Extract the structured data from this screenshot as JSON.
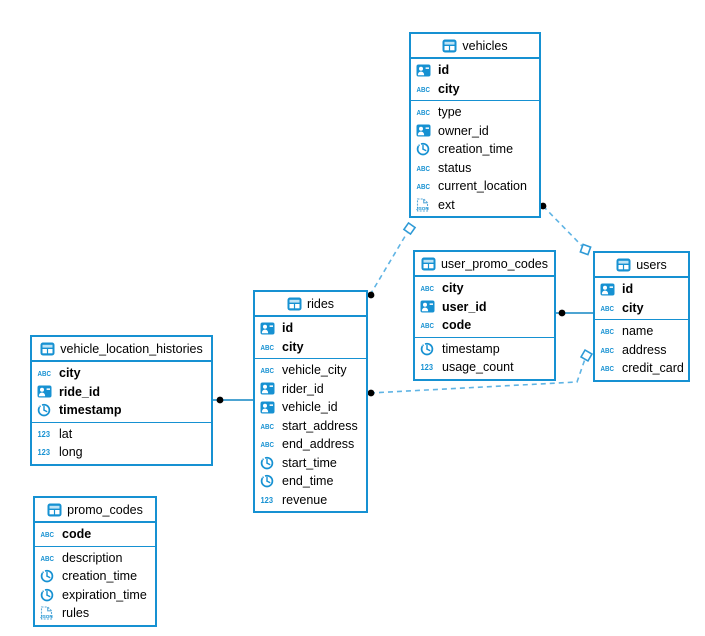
{
  "diagram": {
    "background": "#ffffff",
    "colors": {
      "table_border": "#1691d2",
      "icon_blue": "#1691d2",
      "solid_relation_line": "#1286c4",
      "dashed_relation_line": "#5fb4e4",
      "endpoint_dot": "#000000",
      "diamond_marker_stroke": "#2e9ad6",
      "text": "#000000"
    },
    "tables": [
      {
        "name": "vehicles",
        "keys": [
          {
            "label": "id",
            "type": "id"
          },
          {
            "label": "city",
            "type": "text"
          }
        ],
        "columns": [
          {
            "label": "type",
            "type": "text"
          },
          {
            "label": "owner_id",
            "type": "id"
          },
          {
            "label": "creation_time",
            "type": "datetime"
          },
          {
            "label": "status",
            "type": "text"
          },
          {
            "label": "current_location",
            "type": "text"
          },
          {
            "label": "ext",
            "type": "json"
          }
        ]
      },
      {
        "name": "user_promo_codes",
        "keys": [
          {
            "label": "city",
            "type": "text"
          },
          {
            "label": "user_id",
            "type": "id"
          },
          {
            "label": "code",
            "type": "text"
          }
        ],
        "columns": [
          {
            "label": "timestamp",
            "type": "datetime"
          },
          {
            "label": "usage_count",
            "type": "number"
          }
        ]
      },
      {
        "name": "users",
        "keys": [
          {
            "label": "id",
            "type": "id"
          },
          {
            "label": "city",
            "type": "text"
          }
        ],
        "columns": [
          {
            "label": "name",
            "type": "text"
          },
          {
            "label": "address",
            "type": "text"
          },
          {
            "label": "credit_card",
            "type": "text"
          }
        ]
      },
      {
        "name": "rides",
        "keys": [
          {
            "label": "id",
            "type": "id"
          },
          {
            "label": "city",
            "type": "text"
          }
        ],
        "columns": [
          {
            "label": "vehicle_city",
            "type": "text"
          },
          {
            "label": "rider_id",
            "type": "id"
          },
          {
            "label": "vehicle_id",
            "type": "id"
          },
          {
            "label": "start_address",
            "type": "text"
          },
          {
            "label": "end_address",
            "type": "text"
          },
          {
            "label": "start_time",
            "type": "datetime"
          },
          {
            "label": "end_time",
            "type": "datetime"
          },
          {
            "label": "revenue",
            "type": "number"
          }
        ]
      },
      {
        "name": "vehicle_location_histories",
        "keys": [
          {
            "label": "city",
            "type": "text"
          },
          {
            "label": "ride_id",
            "type": "id"
          },
          {
            "label": "timestamp",
            "type": "datetime"
          }
        ],
        "columns": [
          {
            "label": "lat",
            "type": "number"
          },
          {
            "label": "long",
            "type": "number"
          }
        ]
      },
      {
        "name": "promo_codes",
        "keys": [
          {
            "label": "code",
            "type": "text"
          }
        ],
        "columns": [
          {
            "label": "description",
            "type": "text"
          },
          {
            "label": "creation_time",
            "type": "datetime"
          },
          {
            "label": "expiration_time",
            "type": "datetime"
          },
          {
            "label": "rules",
            "type": "json"
          }
        ]
      }
    ],
    "relationships": [
      {
        "from": "vehicle_location_histories",
        "to": "rides",
        "style": "solid"
      },
      {
        "from": "user_promo_codes",
        "to": "users",
        "style": "solid"
      },
      {
        "from": "rides",
        "to": "vehicles",
        "style": "dashed"
      },
      {
        "from": "rides",
        "to": "users",
        "style": "dashed"
      },
      {
        "from": "vehicles",
        "to": "users",
        "style": "dashed"
      }
    ]
  }
}
